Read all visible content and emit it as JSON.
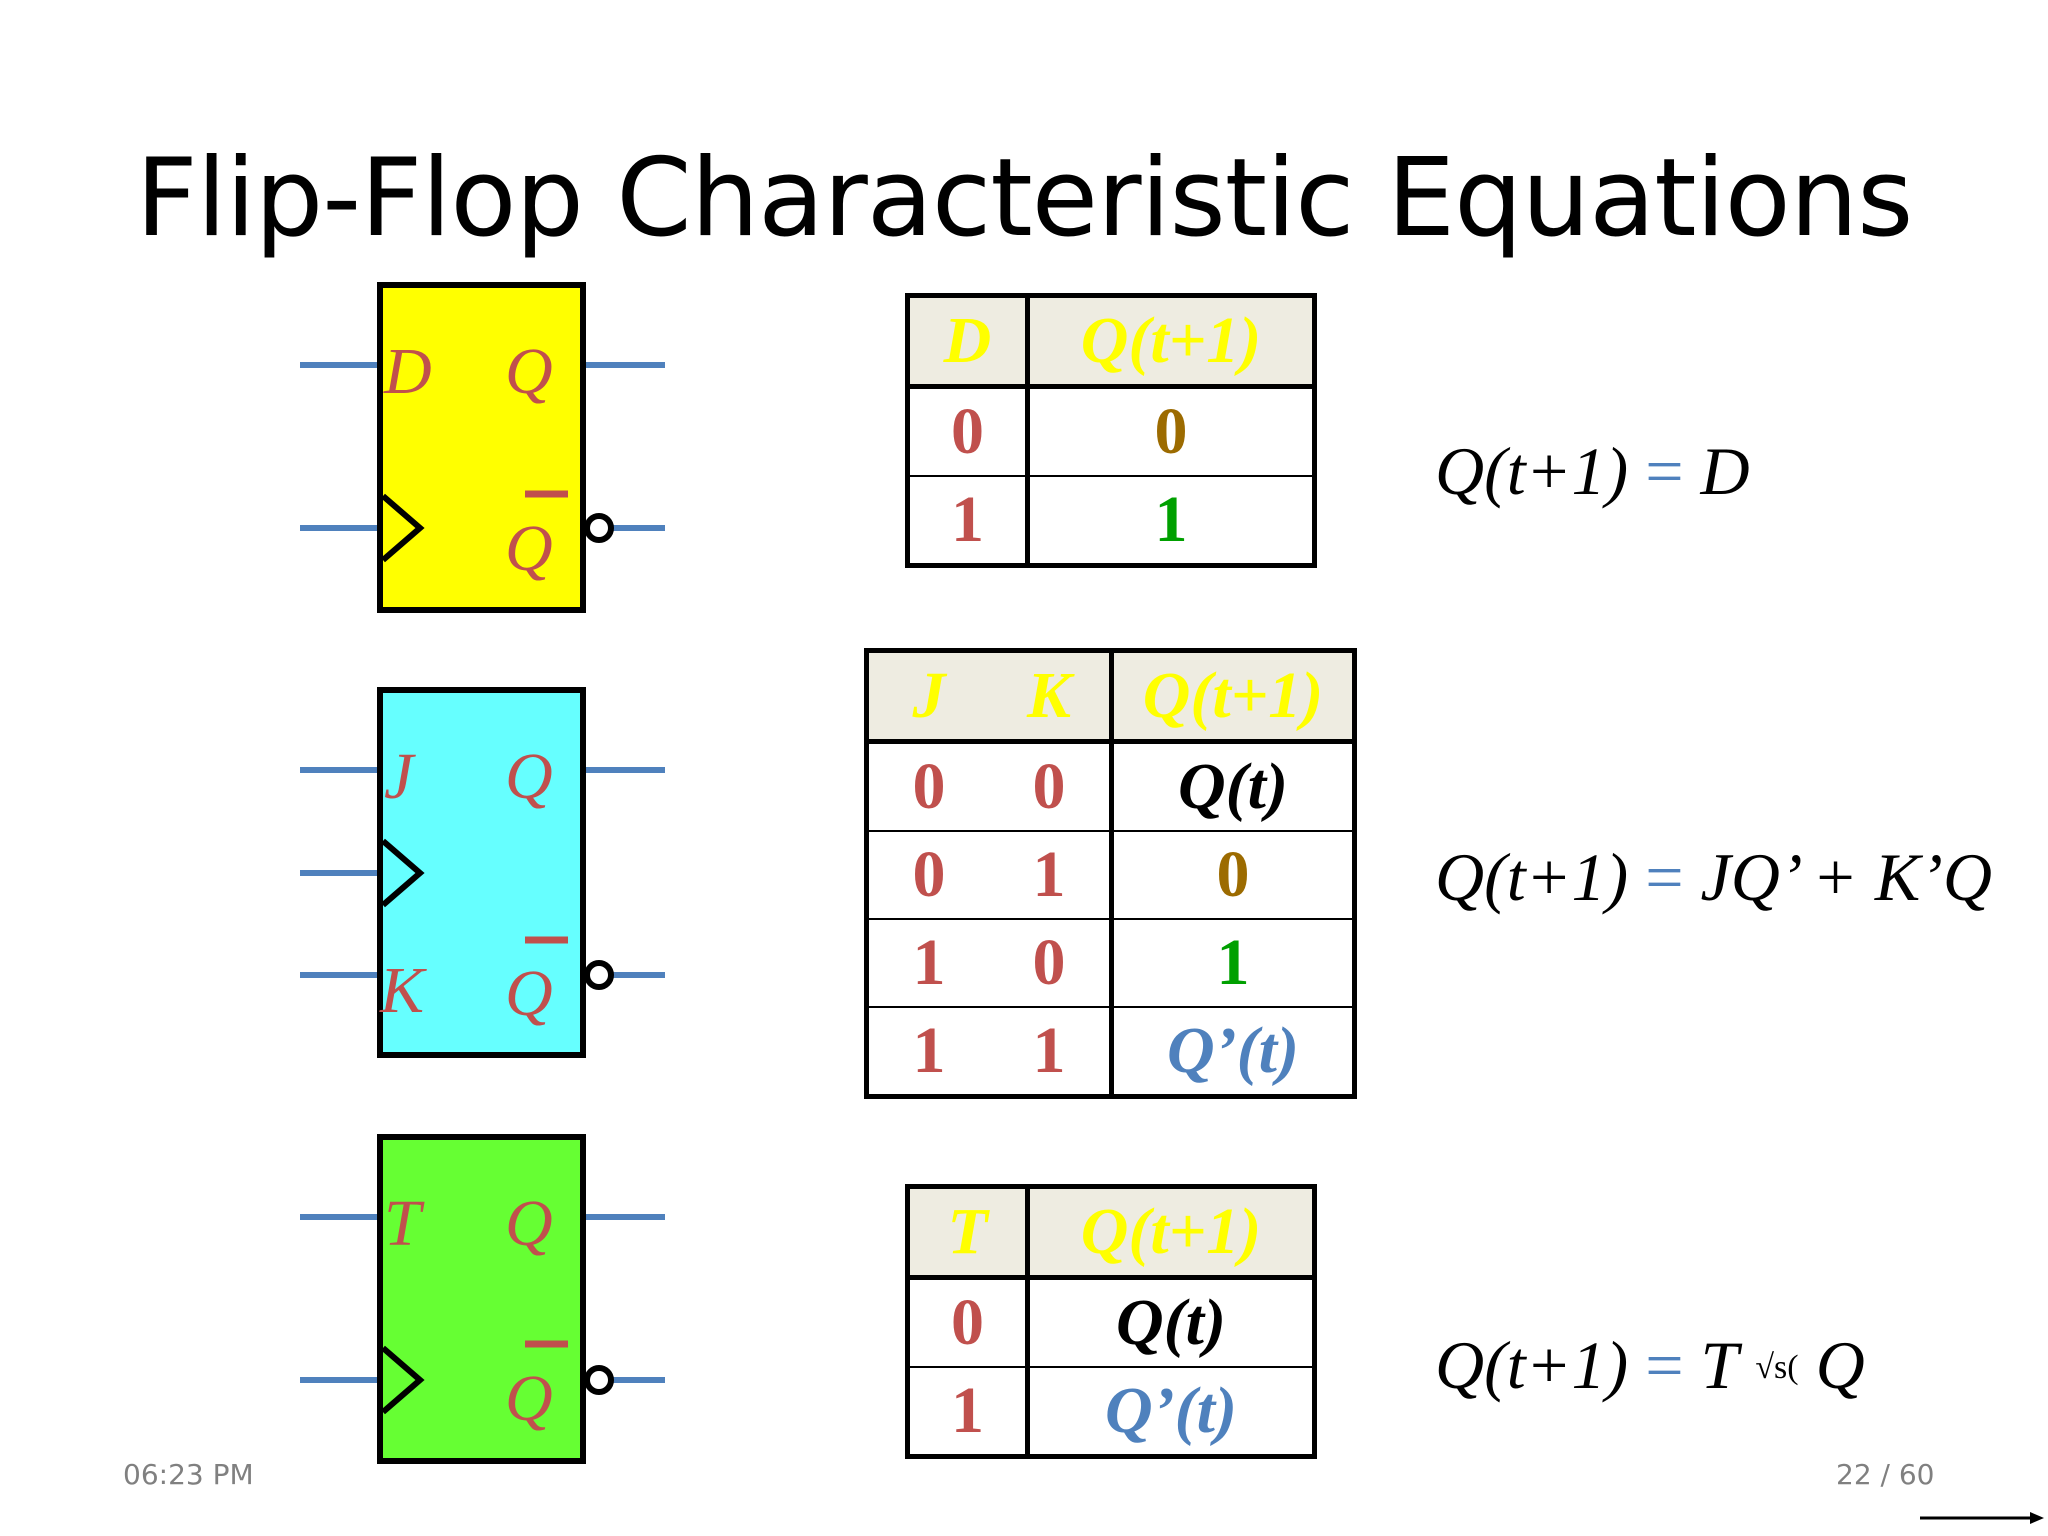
{
  "slide": {
    "title": "Flip-Flop Characteristic Equations",
    "time": "06:23 PM",
    "page": "22 / 60"
  },
  "flipflops": [
    {
      "name": "d-flip-flop",
      "fill": "#ffff00",
      "inputs": [
        "D"
      ],
      "outputs": [
        "Q",
        "Q"
      ]
    },
    {
      "name": "jk-flip-flop",
      "fill": "#66ffff",
      "inputs": [
        "J",
        "K"
      ],
      "outputs": [
        "Q",
        "Q"
      ]
    },
    {
      "name": "t-flip-flop",
      "fill": "#66ff33",
      "inputs": [
        "T"
      ],
      "outputs": [
        "Q",
        "Q"
      ]
    }
  ],
  "colors": {
    "wire": "#4f81bd",
    "label": "#c0504d",
    "header_bg": "#eeece1",
    "header_text": "#ffff00"
  },
  "tables": {
    "d": {
      "headers": [
        "D",
        "Q(t+1)"
      ],
      "rows": [
        [
          "0",
          "0"
        ],
        [
          "1",
          "1"
        ]
      ]
    },
    "jk": {
      "headers": [
        "J",
        "K",
        "Q(t+1)"
      ],
      "rows": [
        [
          "0",
          "0",
          "Q(t)"
        ],
        [
          "0",
          "1",
          "0"
        ],
        [
          "1",
          "0",
          "1"
        ],
        [
          "1",
          "1",
          "Q’(t)"
        ]
      ]
    },
    "t": {
      "headers": [
        "T",
        "Q(t+1)"
      ],
      "rows": [
        [
          "0",
          "Q(t)"
        ],
        [
          "1",
          "Q’(t)"
        ]
      ]
    }
  },
  "equations": {
    "d": {
      "lhs": "Q(t+1)",
      "eq": "=",
      "rhs": "D"
    },
    "jk": {
      "lhs": "Q(t+1)",
      "eq": "=",
      "rhs": "JQ’ + K’Q"
    },
    "t": {
      "lhs": "Q(t+1)",
      "eq": "=",
      "t": "T",
      "op": "√s(",
      "q": "Q"
    }
  }
}
